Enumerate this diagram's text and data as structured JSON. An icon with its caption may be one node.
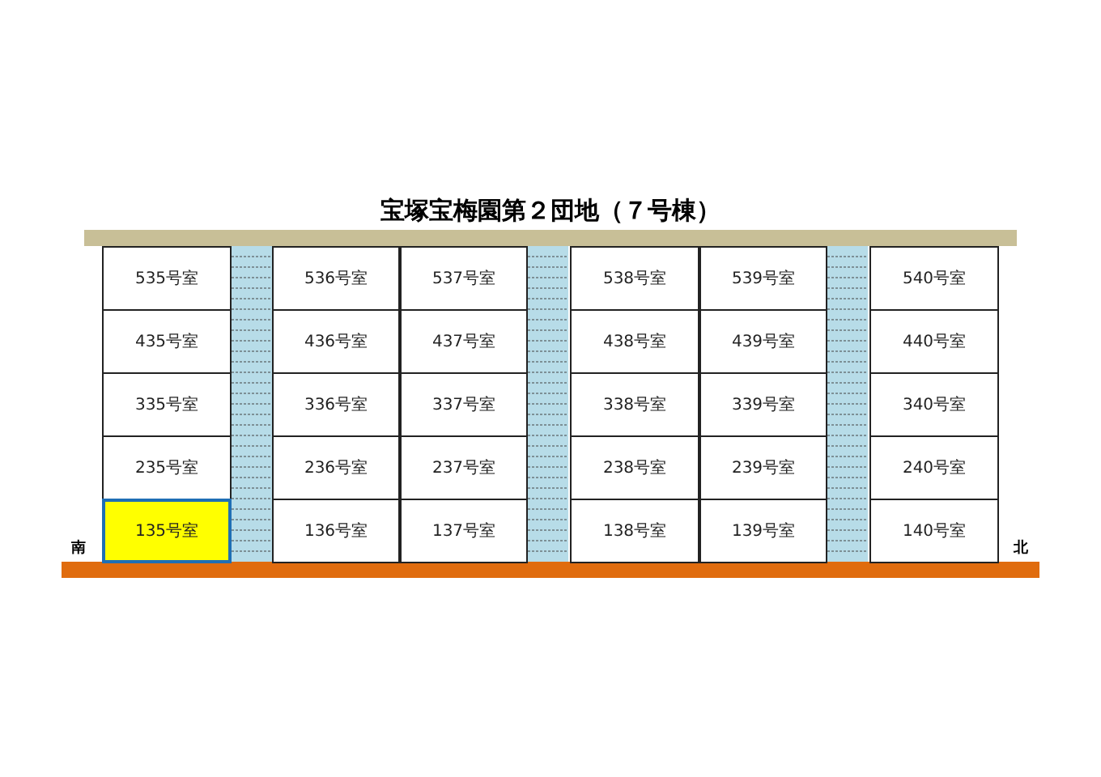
{
  "diagram": {
    "title": "宝塚宝梅園第２団地（７号棟）",
    "nodes": [
      {
        "text": [
          "535号室"
        ]
      },
      {
        "text": [
          "536号室"
        ]
      },
      {
        "text": [
          "537号室"
        ]
      },
      {
        "text": [
          "538号室"
        ]
      },
      {
        "text": [
          "539号室"
        ]
      },
      {
        "text": [
          "540号室"
        ]
      },
      {
        "text": [
          "435号室"
        ]
      },
      {
        "text": [
          "436号室"
        ]
      },
      {
        "text": [
          "437号室"
        ]
      },
      {
        "text": [
          "438号室"
        ]
      },
      {
        "text": [
          "439号室"
        ]
      },
      {
        "text": [
          "440号室"
        ]
      },
      {
        "text": [
          "335号室"
        ]
      },
      {
        "text": [
          "336号室"
        ]
      },
      {
        "text": [
          "337号室"
        ]
      },
      {
        "text": [
          "338号室"
        ]
      },
      {
        "text": [
          "339号室"
        ]
      },
      {
        "text": [
          "340号室"
        ]
      },
      {
        "text": [
          "235号室"
        ]
      },
      {
        "text": [
          "236号室"
        ]
      },
      {
        "text": [
          "237号室"
        ]
      },
      {
        "text": [
          "238号室"
        ]
      },
      {
        "text": [
          "239号室"
        ]
      },
      {
        "text": [
          "240号室"
        ]
      },
      {
        "text": [
          "135号室"
        ]
      },
      {
        "text": [
          "136号室"
        ]
      },
      {
        "text": [
          "137号室"
        ]
      },
      {
        "text": [
          "138号室"
        ]
      },
      {
        "text": [
          "139号室"
        ]
      },
      {
        "text": [
          "140号室"
        ]
      }
    ],
    "labels": [
      "南",
      "北"
    ]
  }
}
